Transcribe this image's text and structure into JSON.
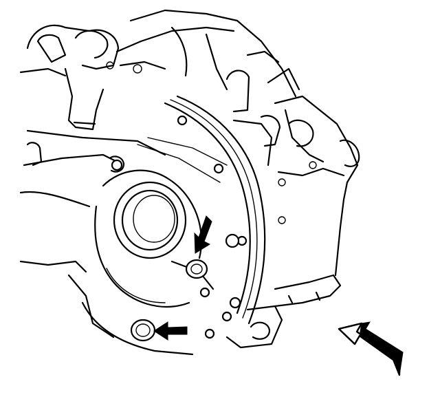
{
  "illustration": {
    "subject": "transmission-housing-line-drawing",
    "style": "black-and-white-line-art",
    "background_color": "#ffffff",
    "line_color": "#000000"
  },
  "callouts": [
    {
      "id": "upper-arrow",
      "kind": "solid-arrow"
    },
    {
      "id": "lower-arrow",
      "kind": "solid-arrow"
    },
    {
      "id": "view-arrow",
      "kind": "outline-view-arrow"
    }
  ]
}
